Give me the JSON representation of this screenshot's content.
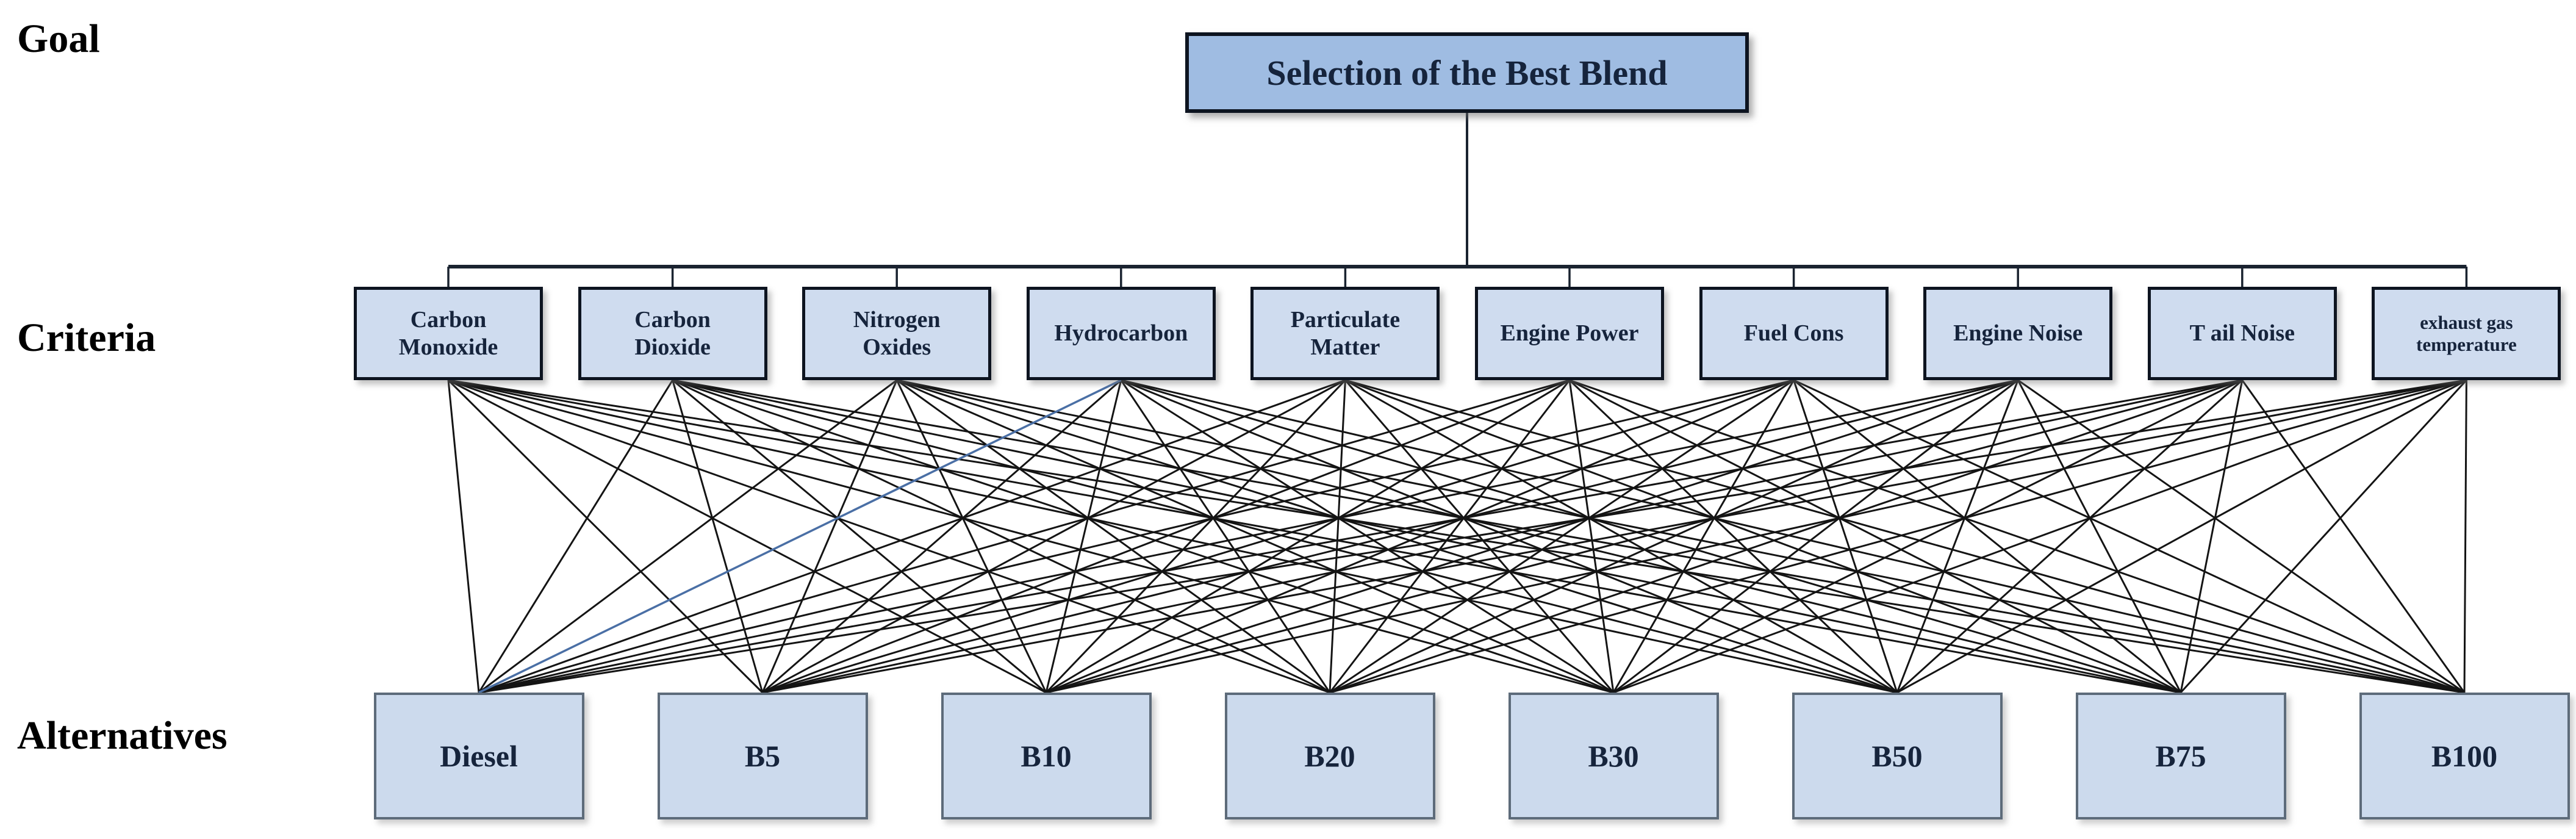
{
  "diagram": {
    "row_labels": {
      "goal": "Goal",
      "criteria": "Criteria",
      "alternatives": "Alternatives"
    },
    "goal": {
      "label": "Selection of the Best Blend"
    },
    "criteria": [
      {
        "lines": [
          "Carbon",
          "Monoxide"
        ]
      },
      {
        "lines": [
          "Carbon",
          "Dioxide"
        ]
      },
      {
        "lines": [
          "Nitrogen",
          "Oxides"
        ]
      },
      {
        "lines": [
          "Hydrocarbon"
        ]
      },
      {
        "lines": [
          "Particulate",
          "Matter"
        ]
      },
      {
        "lines": [
          "Engine Power"
        ]
      },
      {
        "lines": [
          "Fuel Cons"
        ]
      },
      {
        "lines": [
          "Engine Noise"
        ]
      },
      {
        "lines": [
          "T ail Noise"
        ]
      },
      {
        "lines": [
          "exhaust gas",
          "temperature"
        ],
        "small": true
      }
    ],
    "alternatives": [
      {
        "label": "Diesel"
      },
      {
        "label": "B5"
      },
      {
        "label": "B10"
      },
      {
        "label": "B20"
      },
      {
        "label": "B30"
      },
      {
        "label": "B50"
      },
      {
        "label": "B75"
      },
      {
        "label": "B100"
      }
    ],
    "edges": {
      "type": "complete-bipartite",
      "note": "every criterion connects to every alternative",
      "highlight": {
        "criterion": "Hydrocarbon",
        "alternative": "Diesel",
        "color": "#4a6fa5"
      }
    },
    "colors": {
      "goal_fill": "#9fbce2",
      "criteria_fill": "#cfdcef",
      "alternative_fill": "#ccdaed",
      "border_dark": "#0d1420",
      "alternative_border": "#5d6b7a",
      "line": "#141414",
      "connector": "#1a2330",
      "box_text": "#16243c",
      "label_text": "#000000"
    }
  }
}
